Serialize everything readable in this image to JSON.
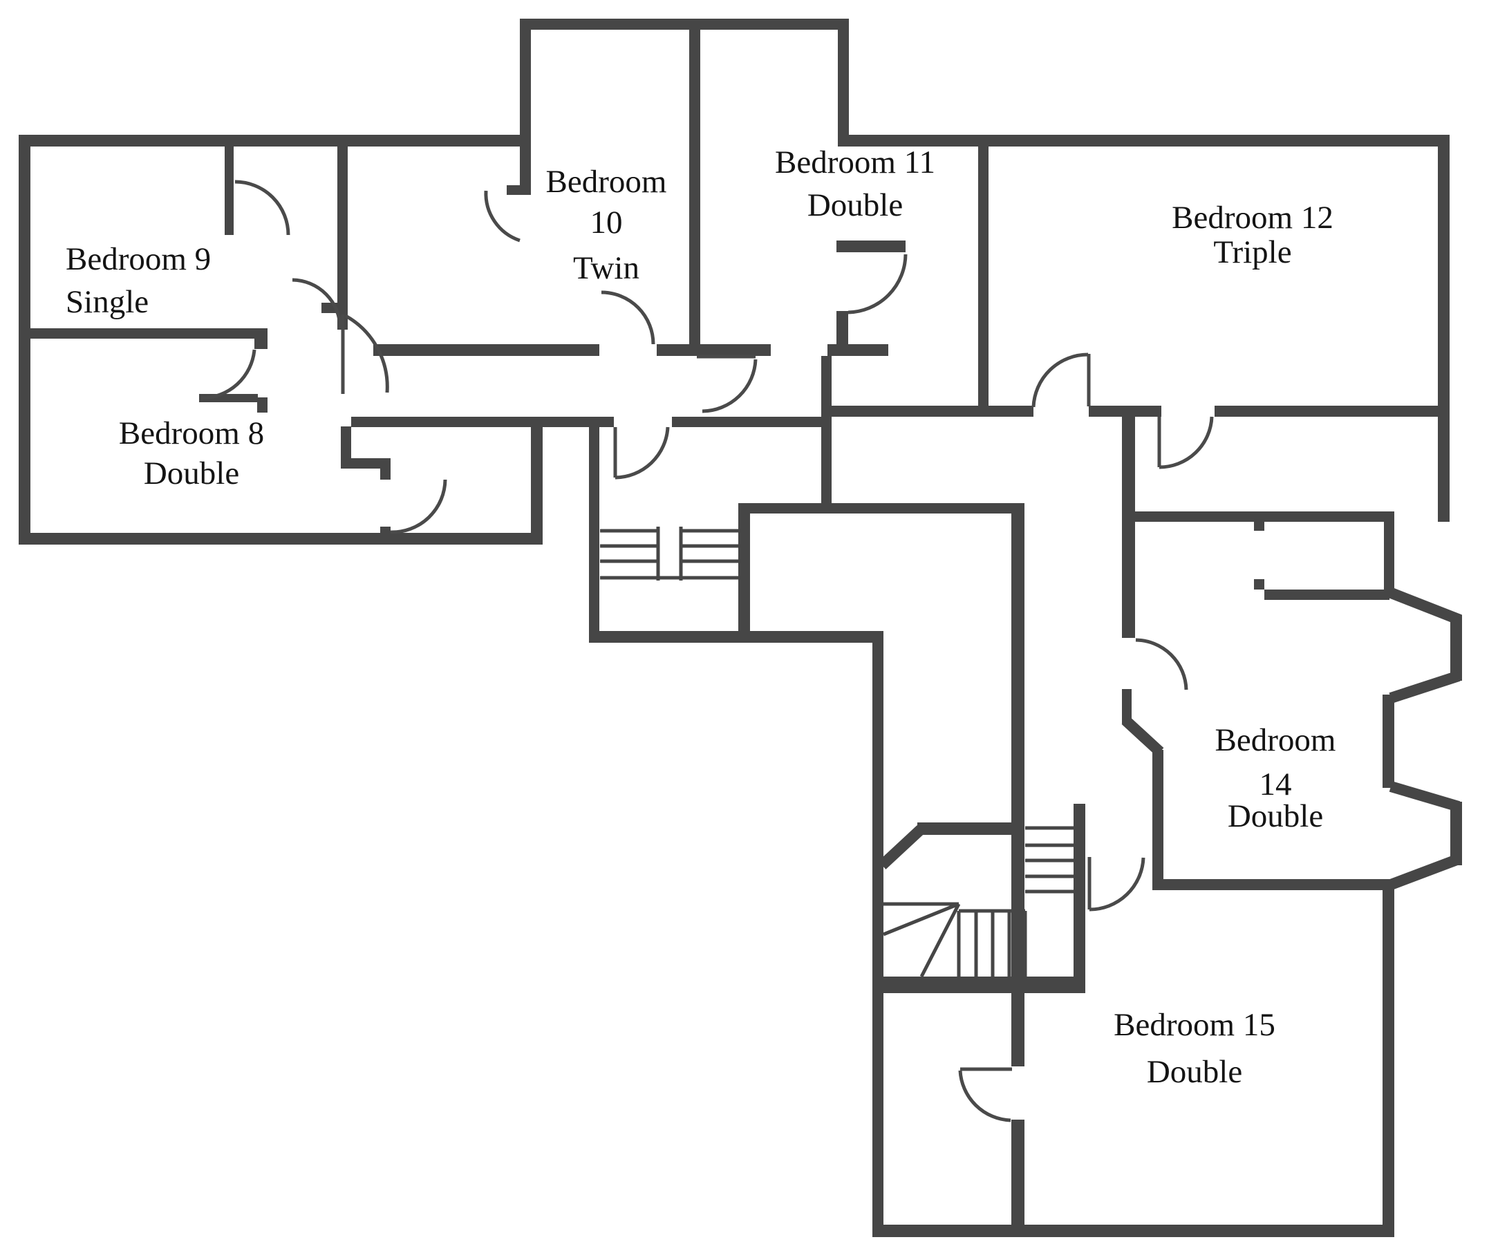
{
  "floorplan": {
    "wall_color": "#464646",
    "door_line_color": "#4a4a4a",
    "label_color": "#141414",
    "background_color": "#ffffff",
    "rooms": {
      "bedroom8": {
        "label": "Bedroom 8",
        "occupancy": "Double"
      },
      "bedroom9": {
        "label": "Bedroom 9",
        "occupancy": "Single"
      },
      "bedroom10": {
        "label": "Bedroom",
        "number": "10",
        "occupancy": "Twin"
      },
      "bedroom11": {
        "label": "Bedroom 11",
        "occupancy": "Double"
      },
      "bedroom12": {
        "label": "Bedroom 12",
        "occupancy": "Triple"
      },
      "bedroom14": {
        "label": "Bedroom",
        "number": "14",
        "occupancy": "Double"
      },
      "bedroom15": {
        "label": "Bedroom 15",
        "occupancy": "Double"
      }
    }
  }
}
